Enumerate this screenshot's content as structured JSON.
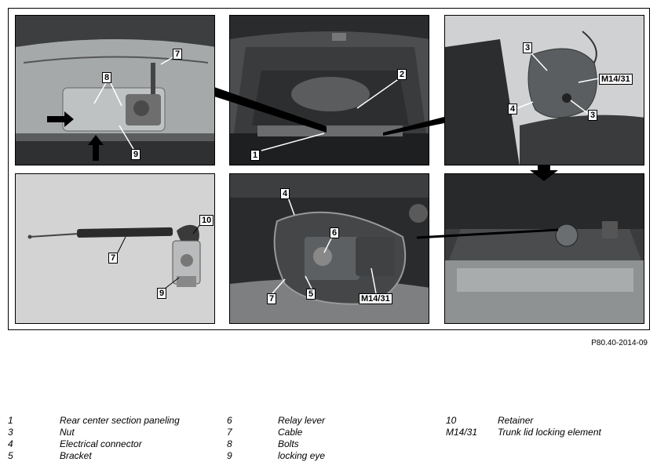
{
  "figure": {
    "reference": "P80.40-2014-09",
    "callouts": {
      "p1": [
        "7",
        "8",
        "9"
      ],
      "p2": [
        "2",
        "1"
      ],
      "p3": [
        "3",
        "M14/31",
        "4",
        "3"
      ],
      "p4": [
        "10",
        "7",
        "9"
      ],
      "p5": [
        "4",
        "6",
        "7",
        "5",
        "M14/31"
      ]
    }
  },
  "legend": {
    "columns": [
      [
        {
          "num": "1",
          "text": "Rear center section paneling"
        },
        {
          "num": "3",
          "text": "Nut"
        },
        {
          "num": "4",
          "text": "Electrical connector"
        },
        {
          "num": "5",
          "text": "Bracket"
        }
      ],
      [
        {
          "num": "6",
          "text": "Relay lever"
        },
        {
          "num": "7",
          "text": "Cable"
        },
        {
          "num": "8",
          "text": "Bolts"
        },
        {
          "num": "9",
          "text": "locking eye"
        }
      ],
      [
        {
          "num": "10",
          "text": "Retainer"
        },
        {
          "num": "M14/31",
          "text": "Trunk lid locking element"
        }
      ]
    ]
  }
}
